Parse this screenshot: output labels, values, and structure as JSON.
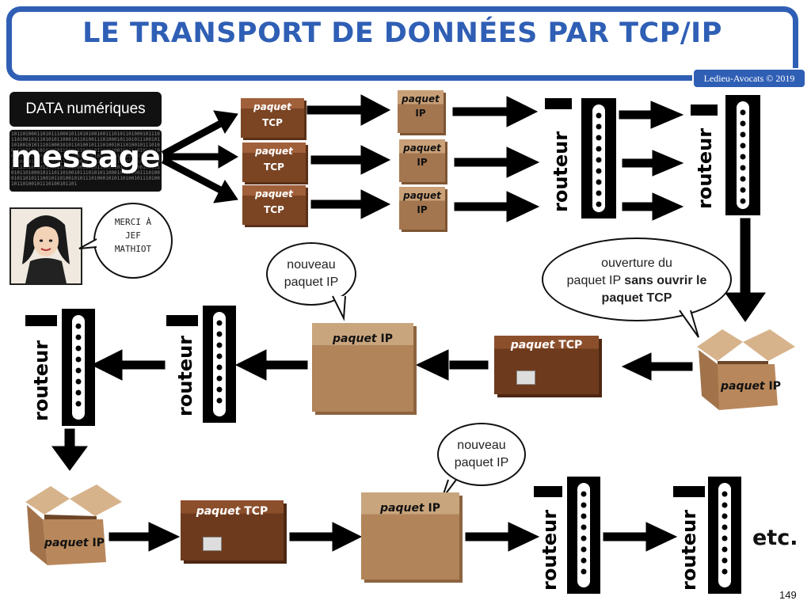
{
  "header": {
    "title": "LE TRANSPORT DE DONNÉES PAR TCP/IP",
    "credit": "Ledieu-Avocats © 2019"
  },
  "source": {
    "data_label": "DATA numériques",
    "message": "message",
    "bits": "10110100011010111000101101010010011101011010001011101101001011101010110001011010011101000101101011100101101001010111010001010110100101110100101101001011101001011010110101000110101110001011010100100111010110100010111011010010111010101100010110100111010001011010111001011010010101110100010101101001011101001011010010111010010110101101010001101011100010110101001001110101101000101110110100101110101011000101101001110100010110101110010110100101011101000101011010010111010010110100101110100101101"
  },
  "mascot": {
    "bubble": [
      "MERCI À",
      "JEF",
      "MATHIOT"
    ]
  },
  "bubbles": {
    "nouveau1": [
      "nouveau",
      "paquet IP"
    ],
    "ouverture": {
      "line1": "ouverture du",
      "line2_plain": "paquet IP ",
      "line2_bold": "sans ouvrir le",
      "line3_bold": "paquet TCP"
    },
    "nouveau2": [
      "nouveau",
      "paquet IP"
    ]
  },
  "labels": {
    "paquet": "paquet",
    "tcp": "TCP",
    "ip": "IP",
    "routeur": "routeur"
  },
  "footer": {
    "etc": "etc.",
    "page": "149"
  },
  "colors": {
    "brand_blue": "#2f5fb5",
    "arrow": "#000000",
    "cardboard_light": "#c9a077",
    "cardboard_dark": "#7b4524"
  }
}
